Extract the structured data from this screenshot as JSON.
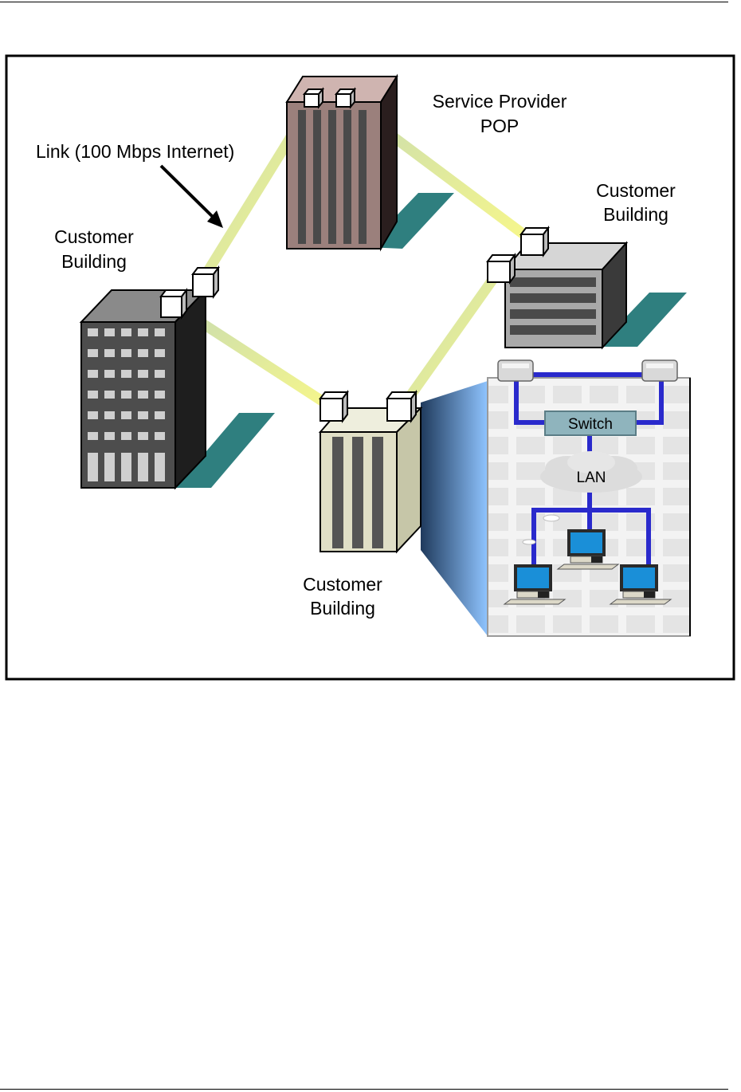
{
  "labels": {
    "link": "Link (100 Mbps Internet)",
    "pop_line1": "Service Provider",
    "pop_line2": "POP",
    "left_building_line1": "Customer",
    "left_building_line2": "Building",
    "right_building_line1": "Customer",
    "right_building_line2": "Building",
    "bottom_building_line1": "Customer",
    "bottom_building_line2": "Building",
    "switch": "Switch",
    "lan": "LAN"
  },
  "colors": {
    "shadow": "#2f7f7f",
    "lan_wire": "#2a2acc",
    "link_glow": "#f2f59a",
    "monitor_screen": "#1a8fd8",
    "switch_box": "#8fb4bd"
  }
}
